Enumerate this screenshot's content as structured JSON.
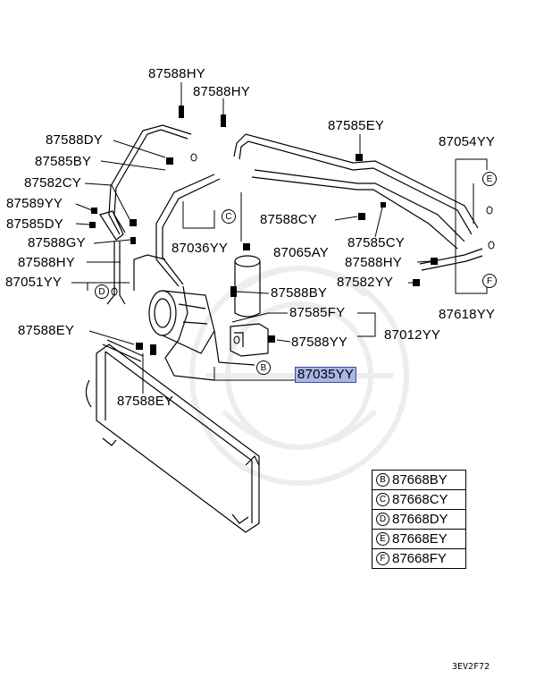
{
  "labels": {
    "l87588HY_a": "87588HY",
    "l87588HY_b": "87588HY",
    "l87585EY": "87585EY",
    "l87588DY": "87588DY",
    "l87054YY": "87054YY",
    "l87585BY": "87585BY",
    "l87582CY_a": "87582CY",
    "l87589YY": "87589YY",
    "l87585DY": "87585DY",
    "l87588CY": "87588CY",
    "l87588GY": "87588GY",
    "l87036YY": "87036YY",
    "l87065AY": "87065AY",
    "l87585CY": "87585CY",
    "l87588HY_c": "87588HY",
    "l87588HY_d": "87588HY",
    "l87051YY": "87051YY",
    "l87582YY": "87582YY",
    "l87588BY": "87588BY",
    "l87618YY": "87618YY",
    "l87585FY": "87585FY",
    "l87588EY_a": "87588EY",
    "l87588YY": "87588YY",
    "l87012YY": "87012YY",
    "l87035YY": "87035YY",
    "l87588EY_b": "87588EY"
  },
  "callouts": {
    "c_C": "C",
    "c_E": "E",
    "c_D": "D",
    "c_F": "F",
    "c_B": "B"
  },
  "legend": [
    {
      "letter": "B",
      "part": "87668BY"
    },
    {
      "letter": "C",
      "part": "87668CY"
    },
    {
      "letter": "D",
      "part": "87668DY"
    },
    {
      "letter": "E",
      "part": "87668EY"
    },
    {
      "letter": "F",
      "part": "87668FY"
    }
  ],
  "diagram_code": "3EV2F72",
  "colors": {
    "highlight": "#a9b6e6",
    "line": "#000000"
  }
}
